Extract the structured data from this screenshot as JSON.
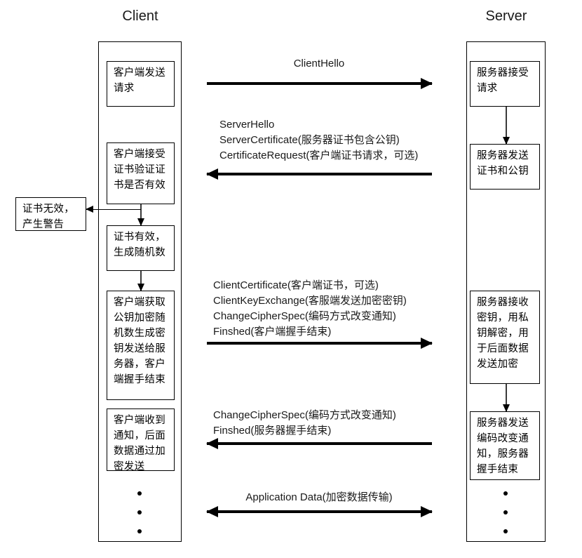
{
  "diagram": {
    "title_client": "Client",
    "title_server": "Server",
    "ellipsis_icon": "vertical-ellipsis"
  },
  "client": {
    "boxes": [
      {
        "id": "client-send-request",
        "text": "客户端发送请求"
      },
      {
        "id": "client-verify-cert",
        "text": "客户端接受证书验证证书是否有效"
      },
      {
        "id": "client-cert-valid",
        "text": "证书有效，生成随机数"
      },
      {
        "id": "client-key-exchange",
        "text": "客户端获取公钥加密随机数生成密钥发送给服务器，客户端握手结束"
      },
      {
        "id": "client-received-notice",
        "text": "客户端收到通知，后面数据通过加密发送"
      }
    ]
  },
  "server": {
    "boxes": [
      {
        "id": "server-accept-request",
        "text": "服务器接受请求"
      },
      {
        "id": "server-send-cert",
        "text": "服务器发送证书和公钥"
      },
      {
        "id": "server-receive-key",
        "text": "服务器接收密钥，用私钥解密，用于后面数据发送加密"
      },
      {
        "id": "server-send-ccs",
        "text": "服务器发送编码改变通知，服务器握手结束"
      }
    ]
  },
  "alert": {
    "id": "cert-invalid-alert",
    "text": "证书无效，产生警告"
  },
  "messages": [
    {
      "id": "client-hello",
      "direction": "right",
      "lines": [
        "ClientHello"
      ]
    },
    {
      "id": "server-hello",
      "direction": "left",
      "lines": [
        "ServerHello",
        "ServerCertificate(服务器证书包含公钥)",
        "CertificateRequest(客户端证书请求，可选)"
      ]
    },
    {
      "id": "client-key-exchange-msg",
      "direction": "right",
      "lines": [
        "ClientCertificate(客户端证书，可选)",
        "ClientKeyExchange(客服端发送加密密钥)",
        "ChangeCipherSpec(编码方式改变通知)",
        "Finshed(客户端握手结束)"
      ]
    },
    {
      "id": "server-ccs-finished",
      "direction": "left",
      "lines": [
        "ChangeCipherSpec(编码方式改变通知)",
        "Finshed(服务器握手结束)"
      ]
    },
    {
      "id": "application-data",
      "direction": "both",
      "lines": [
        "Application Data(加密数据传输)"
      ]
    }
  ],
  "colors": {
    "stroke": "#000000",
    "background": "#ffffff",
    "text": "#1a1a1a"
  }
}
